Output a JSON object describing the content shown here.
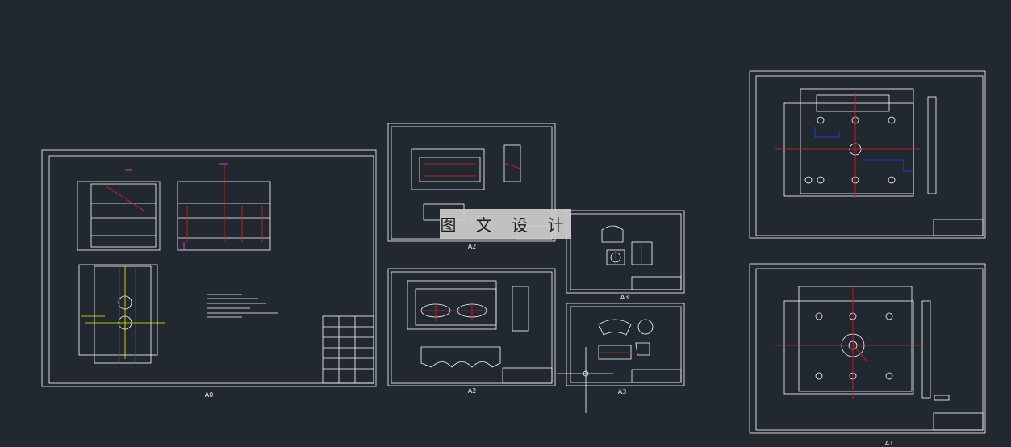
{
  "viewport": {
    "background": "#212830",
    "line_color": "#ffffff",
    "accent_red": "#e02020",
    "accent_blue": "#3040ff",
    "accent_magenta": "#ff40ff",
    "accent_yellow": "#f0f000"
  },
  "watermark": {
    "text": "图 文 设 计"
  },
  "sheets": [
    {
      "id": "assembly",
      "label": "A0"
    },
    {
      "id": "part-top",
      "label": "A2"
    },
    {
      "id": "part-bottom",
      "label": "A2"
    },
    {
      "id": "small-top",
      "label": "A3"
    },
    {
      "id": "small-bottom",
      "label": "A3"
    },
    {
      "id": "plate-top",
      "label": ""
    },
    {
      "id": "plate-bottom",
      "label": "A1"
    }
  ]
}
